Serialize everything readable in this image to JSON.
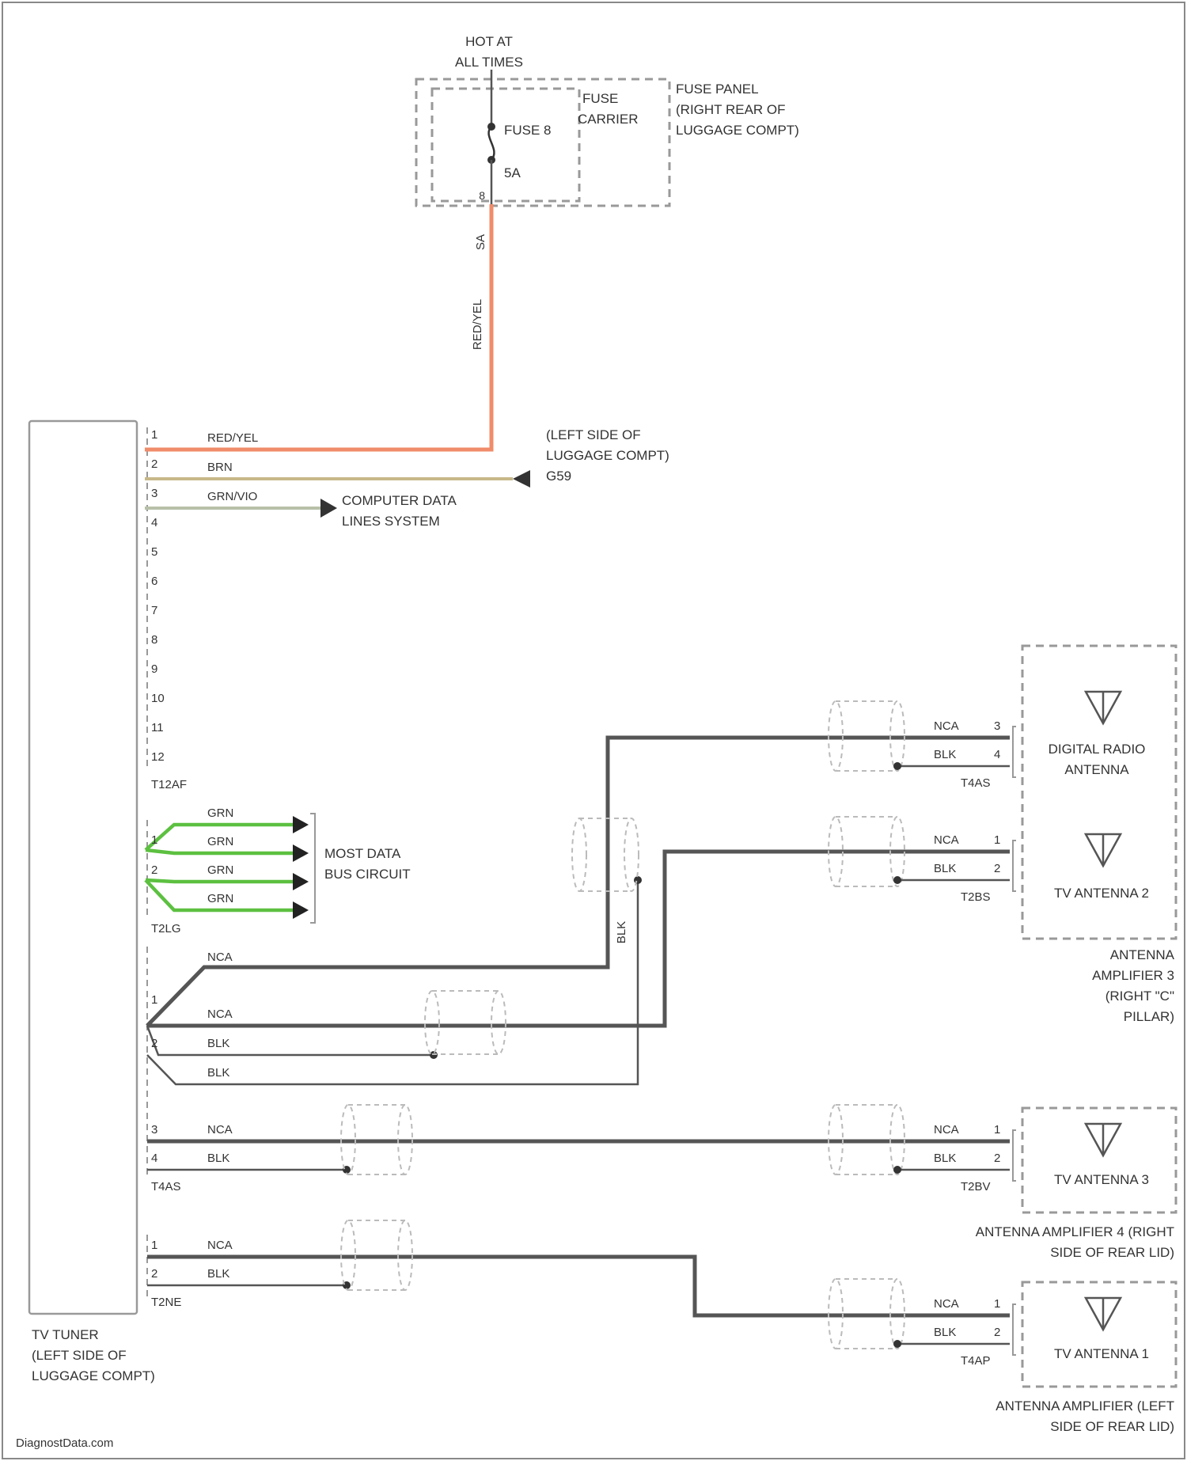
{
  "colors": {
    "red_wire": "#f08c6a",
    "brn_wire": "#c8b88a",
    "grn_vio_wire": "#b8c0a8",
    "most_wire": "#5cc040",
    "cable": "#555555",
    "dashed_box": "#999999",
    "border": "#888888"
  },
  "fuse_section": {
    "hot_label_1": "HOT AT",
    "hot_label_2": "ALL TIMES",
    "fuse_name": "FUSE 8",
    "fuse_rating": "5A",
    "fuse_pin": "8",
    "carrier_label_1": "FUSE",
    "carrier_label_2": "CARRIER",
    "panel_label_1": "FUSE PANEL",
    "panel_label_2": "(RIGHT REAR OF",
    "panel_label_3": "LUGGAGE COMPT)",
    "out_pin": "SA",
    "vertical_wire_color": "RED/YEL"
  },
  "tuner": {
    "label_1": "TV TUNER",
    "label_2": "(LEFT SIDE OF",
    "label_3": "LUGGAGE COMPT)",
    "connector_a": "T12AF",
    "connector_b": "T2LG",
    "connector_c": "T4AS",
    "connector_d": "T2NE"
  },
  "pins_a": [
    "1",
    "2",
    "3",
    "4",
    "5",
    "6",
    "7",
    "8",
    "9",
    "10",
    "11",
    "12"
  ],
  "wires_a": [
    {
      "color": "RED/YEL"
    },
    {
      "color": "BRN"
    },
    {
      "color": "GRN/VIO"
    }
  ],
  "ground": {
    "label_1": "(LEFT SIDE OF",
    "label_2": "LUGGAGE COMPT)",
    "label_3": "G59"
  },
  "computer_data": {
    "label_1": "COMPUTER DATA",
    "label_2": "LINES SYSTEM"
  },
  "most": {
    "wires": [
      "GRN",
      "GRN",
      "GRN",
      "GRN"
    ],
    "pins": [
      "1",
      "2"
    ],
    "label_1": "MOST DATA",
    "label_2": "BUS CIRCUIT"
  },
  "coax_section": {
    "pins": [
      "1",
      "2",
      "3",
      "4"
    ],
    "wires": [
      "NCA",
      "NCA",
      "BLK",
      "BLK",
      "NCA",
      "BLK"
    ],
    "vertical_label": "BLK",
    "pins_d": [
      "1",
      "2"
    ],
    "wires_d": [
      "NCA",
      "BLK"
    ]
  },
  "digital_antenna": {
    "label_1": "DIGITAL RADIO",
    "label_2": "ANTENNA",
    "wire_nca": "NCA",
    "wire_blk": "BLK",
    "pin_nca": "3",
    "pin_blk": "4",
    "connector": "T4AS"
  },
  "tv_antenna_2": {
    "label": "TV ANTENNA 2",
    "wire_nca": "NCA",
    "wire_blk": "BLK",
    "pin_nca": "1",
    "pin_blk": "2",
    "connector": "T2BS",
    "amp_label_1": "ANTENNA",
    "amp_label_2": "AMPLIFIER 3",
    "amp_label_3": "(RIGHT \"C\"",
    "amp_label_4": "PILLAR)"
  },
  "tv_antenna_3": {
    "label": "TV ANTENNA 3",
    "wire_nca": "NCA",
    "wire_blk": "BLK",
    "pin_nca": "1",
    "pin_blk": "2",
    "connector": "T2BV",
    "amp_label_1": "ANTENNA AMPLIFIER 4 (RIGHT",
    "amp_label_2": "SIDE OF REAR LID)"
  },
  "tv_antenna_1": {
    "label": "TV ANTENNA 1",
    "wire_nca": "NCA",
    "wire_blk": "BLK",
    "pin_nca": "1",
    "pin_blk": "2",
    "connector": "T4AP",
    "amp_label_1": "ANTENNA AMPLIFIER (LEFT",
    "amp_label_2": "SIDE OF REAR LID)"
  },
  "watermark": "DiagnostData.com"
}
